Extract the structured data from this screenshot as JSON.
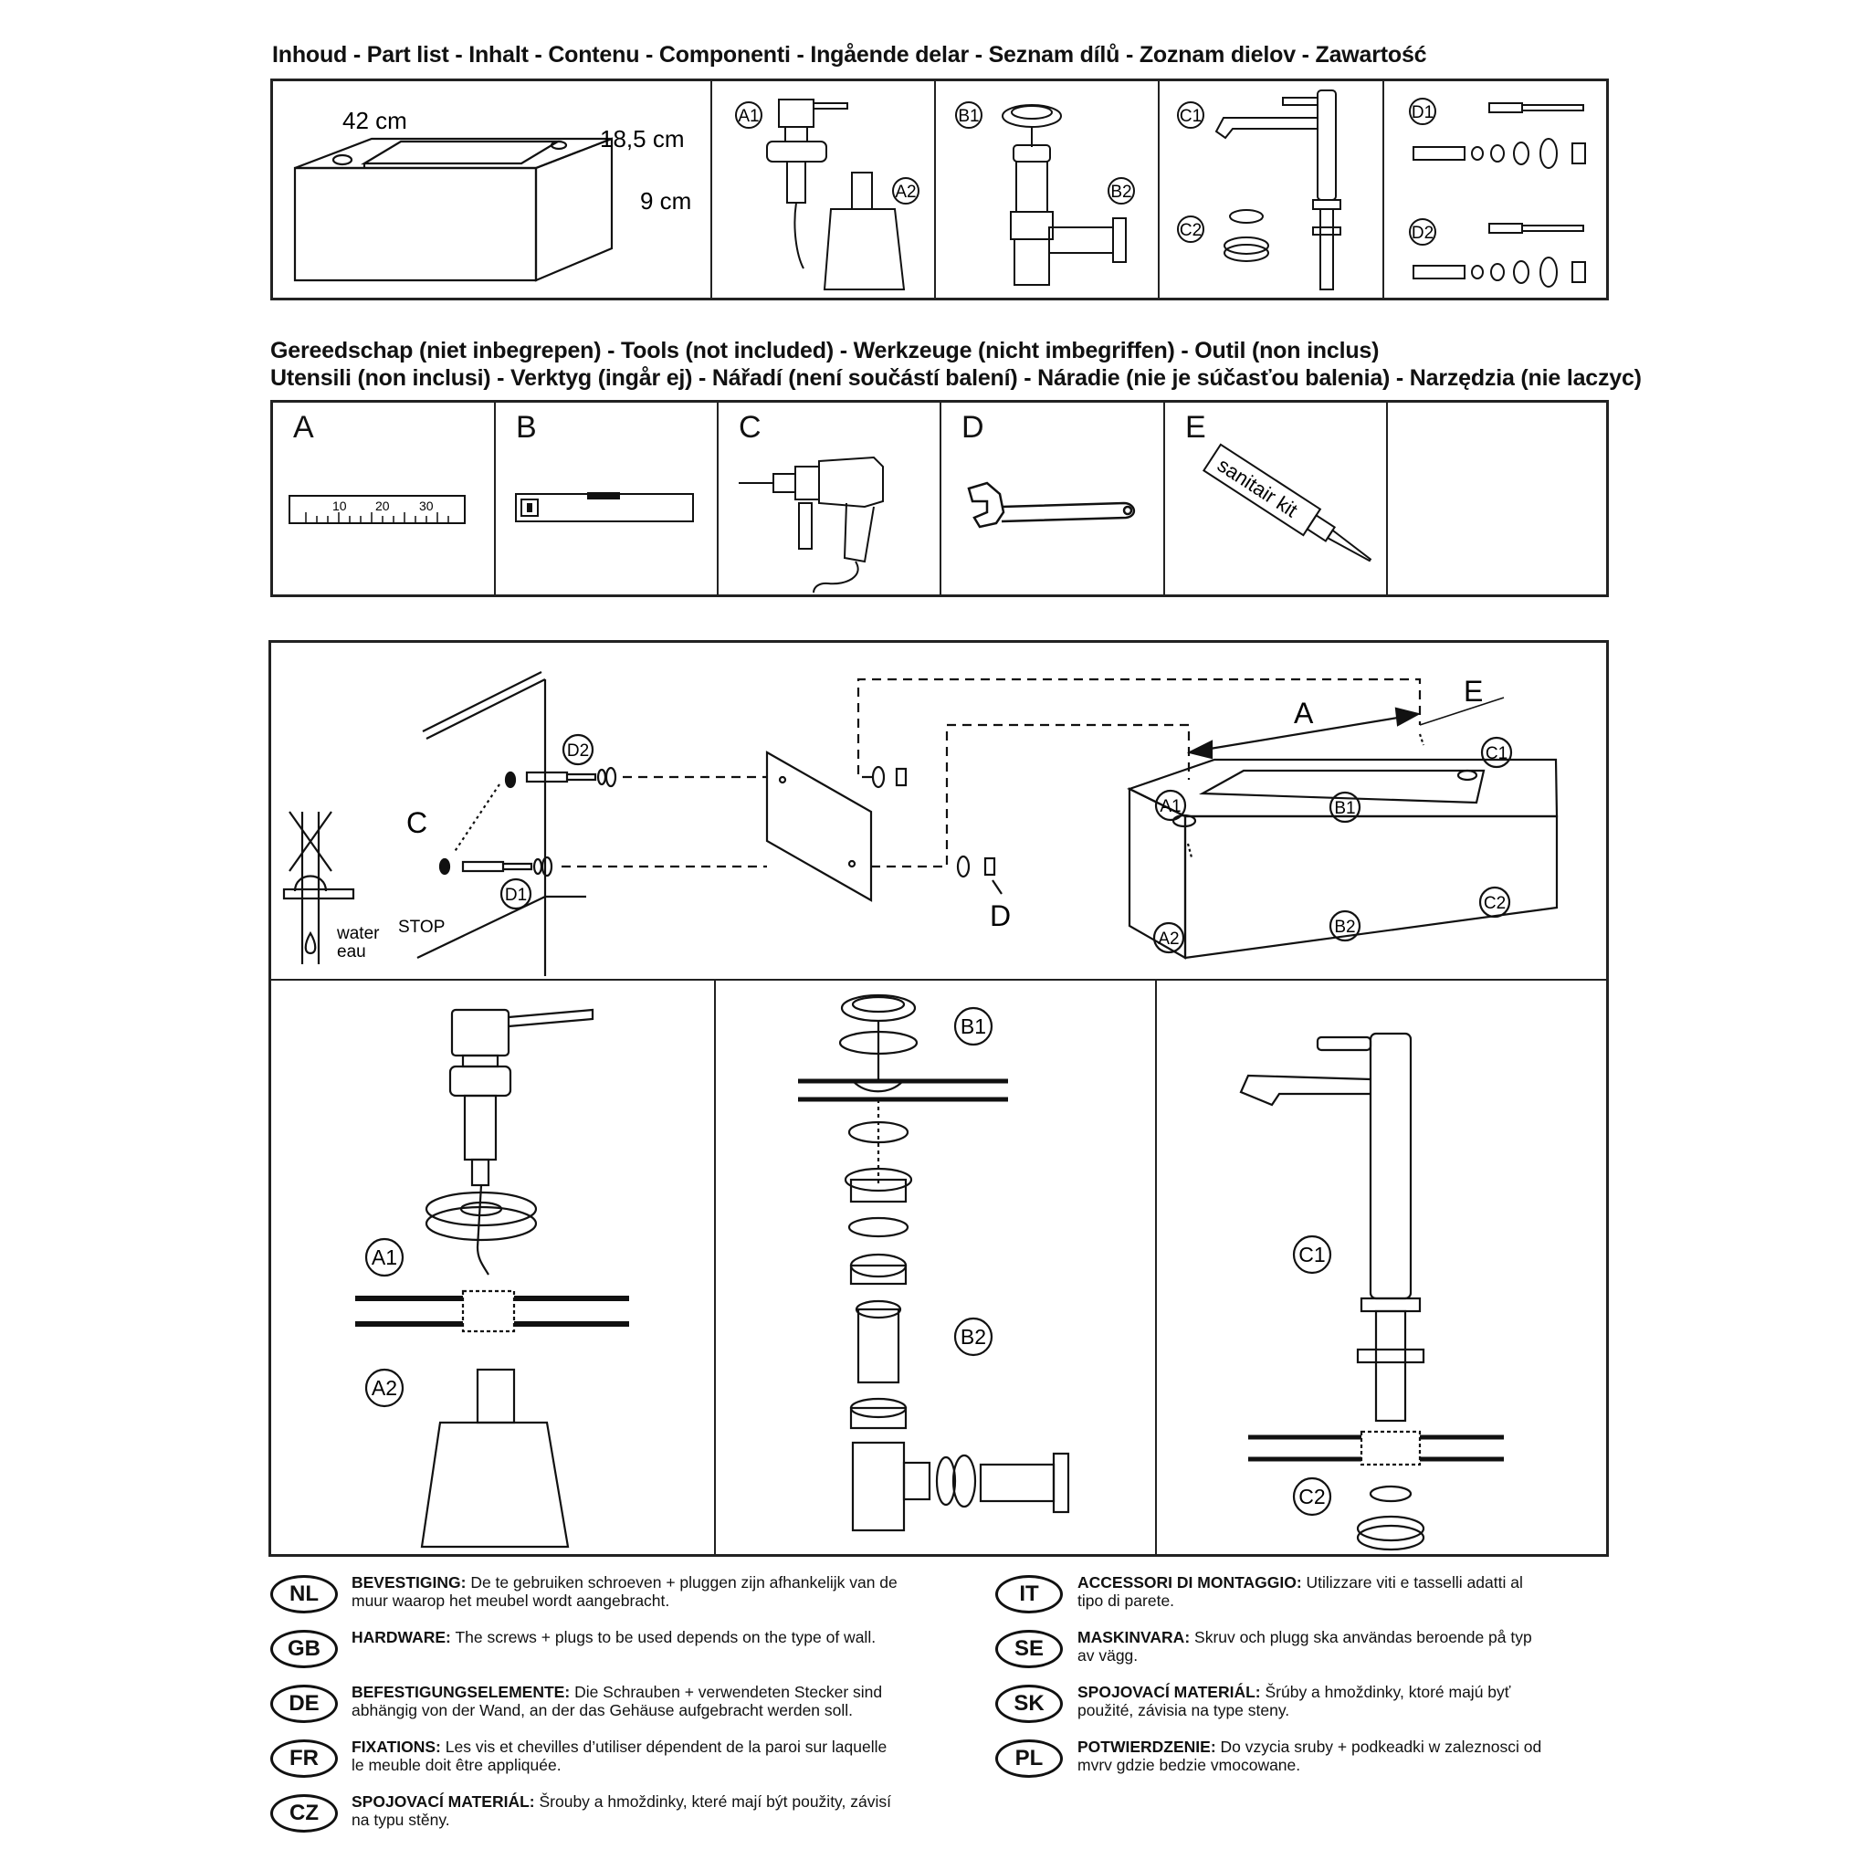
{
  "parts": {
    "heading": "Inhoud - Part list - Inhalt - Contenu - Componenti - Ingående delar - Seznam dílů - Zoznam dielov - Zawartość",
    "sink": {
      "width": "42 cm",
      "depth": "18,5 cm",
      "height": "9 cm"
    },
    "labels": {
      "a1": "A1",
      "a2": "A2",
      "b1": "B1",
      "b2": "B2",
      "c1": "C1",
      "c2": "C2",
      "d1": "D1",
      "d2": "D2"
    }
  },
  "tools": {
    "heading_line1": "Gereedschap (niet inbegrepen) - Tools (not included) -  Werkzeuge (nicht imbegriffen) - Outil (non inclus)",
    "heading_line2": "Utensili (non inclusi) - Verktyg (ingår ej) - Nářadí (není součástí balení) - Náradie (nie je súčasťou balenia) - Narzędzia (nie laczyc)",
    "items": [
      {
        "letter": "A",
        "icon": "ruler-icon"
      },
      {
        "letter": "B",
        "icon": "spirit-level-icon"
      },
      {
        "letter": "C",
        "icon": "drill-icon"
      },
      {
        "letter": "D",
        "icon": "wrench-icon"
      },
      {
        "letter": "E",
        "icon": "sealant-tube-icon"
      }
    ],
    "ruler_ticks": [
      "10",
      "20",
      "30"
    ],
    "sealant_label": "sanitair kit"
  },
  "assembly": {
    "stop_label": "STOP",
    "water_label": "water",
    "eau_label": "eau",
    "label_c": "C",
    "label_d": "D",
    "label_a": "A",
    "label_e": "E",
    "label_d1": "D1",
    "label_d2": "D2",
    "label_a1": "A1",
    "label_a2": "A2",
    "label_b1": "B1",
    "label_b2": "B2",
    "label_c1": "C1",
    "label_c2": "C2"
  },
  "languages": [
    {
      "code": "NL",
      "title": "BEVESTIGING:",
      "text": "De te gebruiken schroeven + pluggen zijn afhankelijk van de muur waarop het meubel wordt aangebracht."
    },
    {
      "code": "GB",
      "title": "HARDWARE:",
      "text": "The screws + plugs to be used depends on the type of wall."
    },
    {
      "code": "DE",
      "title": "BEFESTIGUNGSELEMENTE:",
      "text": "Die Schrauben + verwendeten Stecker sind abhängig von der Wand, an der das Gehäuse aufgebracht werden soll."
    },
    {
      "code": "FR",
      "title": "FIXATIONS:",
      "text": "Les vis et chevilles d’utiliser dépendent de la paroi sur laquelle le meuble doit être appliquée."
    },
    {
      "code": "CZ",
      "title": "SPOJOVACÍ MATERIÁL:",
      "text": "Šrouby a hmoždinky, které mají být použity, závisí na typu stěny."
    },
    {
      "code": "IT",
      "title": "ACCESSORI DI MONTAGGIO:",
      "text": "Utilizzare viti e tasselli adatti al tipo di parete."
    },
    {
      "code": "SE",
      "title": "MASKINVARA:",
      "text": "Skruv och plugg ska användas beroende på typ av vägg."
    },
    {
      "code": "SK",
      "title": "SPOJOVACÍ MATERIÁL:",
      "text": "Šrúby a hmoždinky, ktoré majú byť použité, závisia na type steny."
    },
    {
      "code": "PL",
      "title": "POTWIERDZENIE:",
      "text": "Do vzycia sruby + podkeadki w zaleznosci od mvrv gdzie bedzie vmocowane."
    }
  ]
}
